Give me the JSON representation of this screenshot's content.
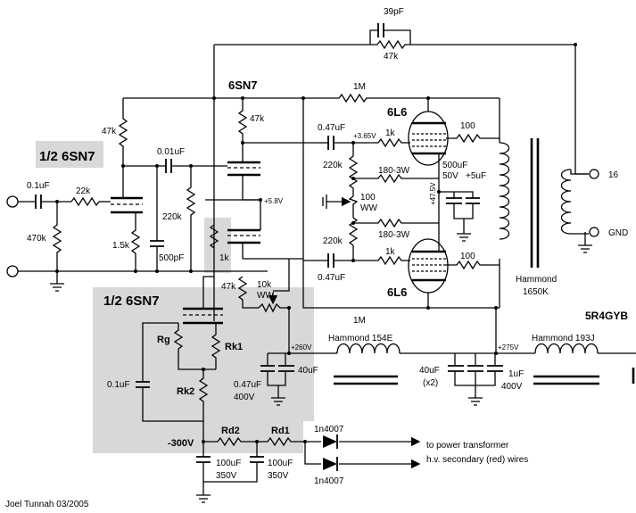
{
  "tubes": {
    "driver": "6SN7",
    "output_top": "6L6",
    "output_bottom": "6L6",
    "rectifier": "5R4GYB",
    "half_input": "1/2 6SN7",
    "half_bias": "1/2 6SN7"
  },
  "components": {
    "c_input": "0.1uF",
    "r_grid_stop": "22k",
    "r_grid_leak": "470k",
    "r_plate1": "47k",
    "r_cathode1": "1.5k",
    "c_couple1": "0.01uF",
    "c_500pF": "500pF",
    "r_220k_grid": "220k",
    "r_1k_tail": "1k",
    "r_47k_plate2": "47k",
    "r_fb_47k": "47k",
    "c_fb_39pF": "39pF",
    "r_1M_top": "1M",
    "r_1M_bottom": "1M",
    "c_047_top": "0.47uF",
    "c_047_bottom": "0.47uF",
    "v_bias_top": "+3.65V",
    "v_58": "+5.8V",
    "r_220k_bias_top": "220k",
    "r_220k_bias_bottom": "220k",
    "r_pot_100": "100",
    "r_pot_ww": "WW",
    "r_1k_gs_top": "1k",
    "r_1k_gs_bottom": "1k",
    "r_180_top": "180-3W",
    "r_180_bottom": "180-3W",
    "c_cath_500": "500uF",
    "c_cath_50v": "50V",
    "c_cath_5uf": "+5uF",
    "v_475": "+47.5V",
    "r_100_top": "100",
    "r_100_bottom": "100",
    "r_47k_bal": "47k",
    "r_pot_10k": "10k",
    "r_pot_10k_ww": "WW",
    "r_rg": "Rg",
    "r_rk1": "Rk1",
    "r_rk2": "Rk2",
    "c_01_bias": "0.1uF",
    "v_neg300": "-300V",
    "r_rd2": "Rd2",
    "r_rd1": "Rd1",
    "d_top": "1n4007",
    "d_bottom": "1n4007",
    "c_neg1_v": "100uF",
    "c_neg1_r": "350V",
    "c_neg2_v": "100uF",
    "c_neg2_r": "350V",
    "v_260": "+260V",
    "choke1": "Hammond 154E",
    "c_047_ps": "0.47uF",
    "c_047_ps_r": "400V",
    "c_40_ps": "40uF",
    "v_275": "+275V",
    "choke2": "Hammond 193J",
    "c_40x2": "40uF",
    "c_x2": "(x2)",
    "c_1uf": "1uF",
    "c_1uf_r": "400V",
    "transformer_name": "Hammond",
    "transformer_model": "1650K",
    "out_16": "16",
    "out_gnd": "GND"
  },
  "notes": {
    "to_pt_line1": "to power transformer",
    "to_pt_line2": "h.v. secondary (red) wires",
    "credit": "Joel Tunnah 03/2005"
  },
  "colors": {
    "wire": "#000000",
    "highlight": "#d8d8d8",
    "background": "#ffffff"
  }
}
